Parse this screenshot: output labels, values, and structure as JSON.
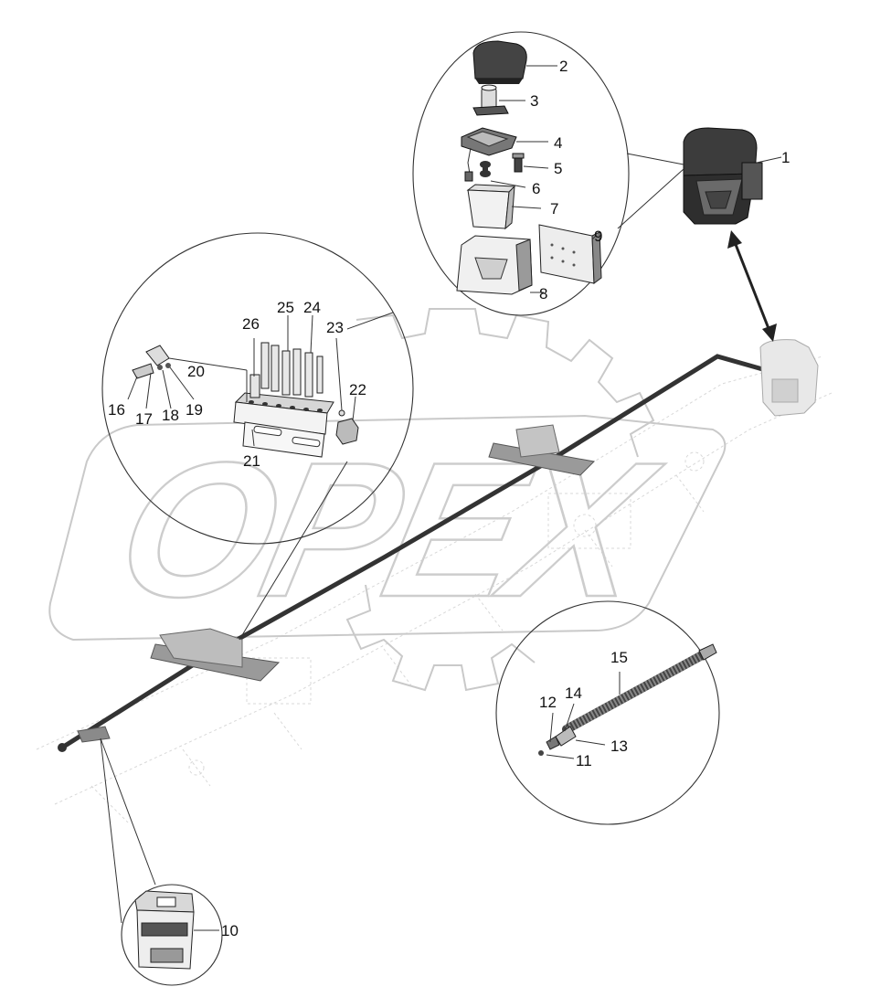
{
  "watermark": {
    "text": "OPEX"
  },
  "part_numbers": [
    "1",
    "2",
    "3",
    "4",
    "5",
    "6",
    "7",
    "8",
    "9",
    "10",
    "11",
    "12",
    "13",
    "14",
    "15",
    "16",
    "17",
    "18",
    "19",
    "20",
    "21",
    "22",
    "23",
    "24",
    "25",
    "26"
  ],
  "colors": {
    "line": "#222222",
    "watermark": "#c9c9c9",
    "part_dark": "#3a3a3a",
    "part_mid": "#8a8a8a",
    "part_light": "#e3e3e3"
  }
}
